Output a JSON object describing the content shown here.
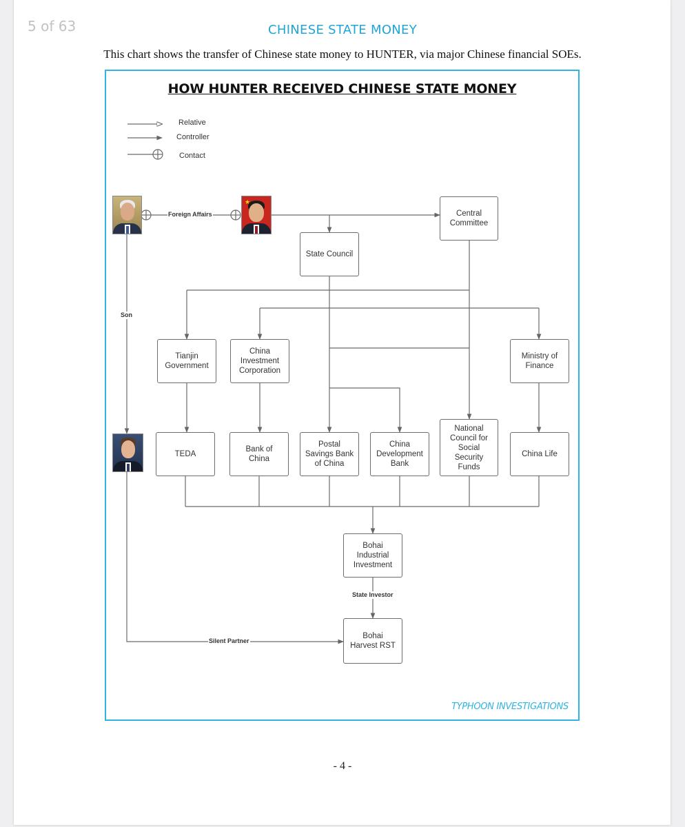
{
  "viewer": {
    "page_count": "5 of 63"
  },
  "document": {
    "title": "CHINESE STATE MONEY",
    "caption": "This chart shows the transfer of Chinese state money to HUNTER, via major Chinese financial SOEs.",
    "page_number": "- 4 -"
  },
  "diagram": {
    "title": "HOW HUNTER RECEIVED CHINESE STATE MONEY",
    "legend": [
      {
        "symbol": "open-arrow",
        "label": "Relative"
      },
      {
        "symbol": "filled-arrow",
        "label": "Controller"
      },
      {
        "symbol": "crossed-circle",
        "label": "Contact"
      }
    ],
    "nodes": {
      "central_committee": "Central\nCommittee",
      "state_council": "State Council",
      "tianjin_government": "Tianjin\nGovernment",
      "china_investment_corporation": "China\nInvestment\nCorporation",
      "ministry_of_finance": "Ministry of\nFinance",
      "teda": "TEDA",
      "bank_of_china": "Bank of\nChina",
      "postal_savings_bank": "Postal\nSavings Bank\nof China",
      "china_development_bank": "China\nDevelopment\nBank",
      "national_council": "National\nCouncil for\nSocial\nSecurity\nFunds",
      "china_life": "China Life",
      "bohai_industrial": "Bohai\nIndustrial\nInvestment",
      "bohai_harvest": "Bohai\nHarvest RST"
    },
    "edge_labels": {
      "foreign_affairs": "Foreign Affairs",
      "son": "Son",
      "state_investor": "State Investor",
      "silent_partner": "Silent Partner"
    },
    "watermark": "TYPHOON INVESTIGATIONS"
  },
  "colors": {
    "accent": "#1fa5d6",
    "frame": "#2eb3e3",
    "line": "#6b6b6b"
  }
}
